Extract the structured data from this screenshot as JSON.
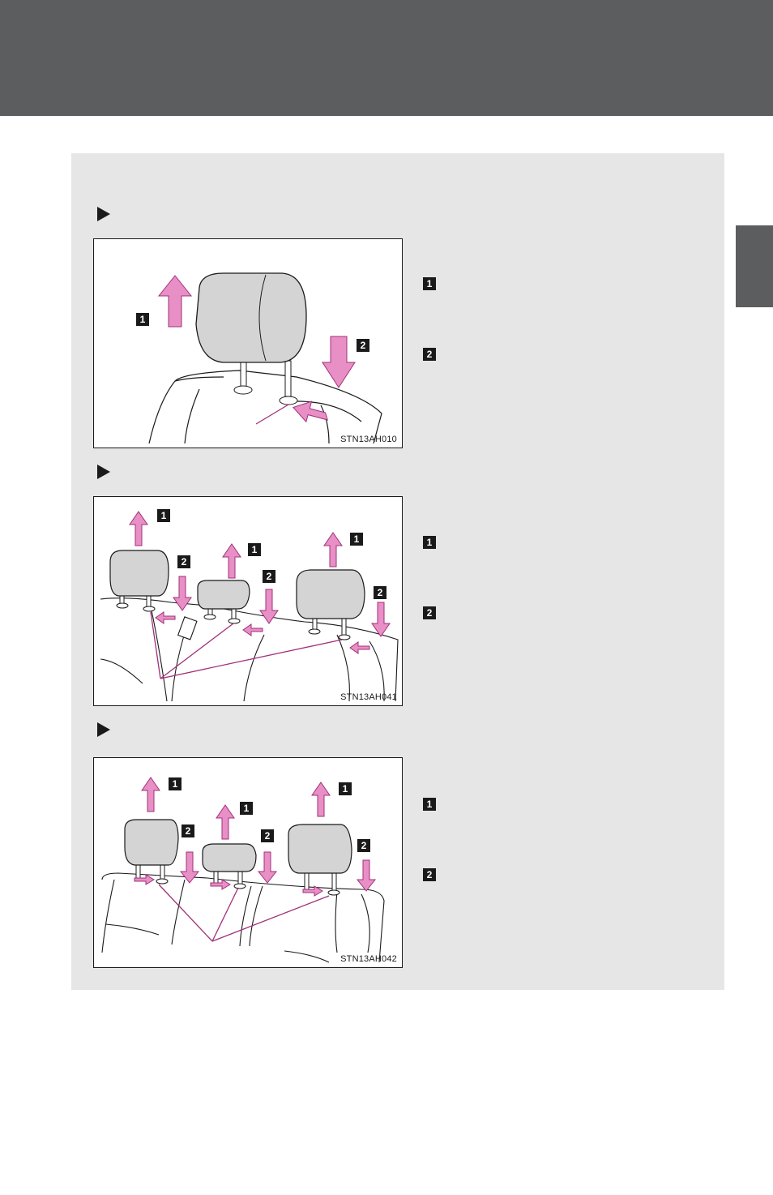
{
  "figures": [
    {
      "code": "STN13AH010",
      "steps": [
        "1",
        "2"
      ]
    },
    {
      "code": "STN13AH041",
      "steps": [
        "1",
        "2"
      ]
    },
    {
      "code": "STN13AH042",
      "steps": [
        "1",
        "2"
      ]
    }
  ],
  "colors": {
    "header": "#5c5d5f",
    "panel": "#e6e6e6",
    "arrow": "#e88fc6",
    "arrow_stroke": "#a0307a",
    "headrest": "#d4d4d4"
  }
}
